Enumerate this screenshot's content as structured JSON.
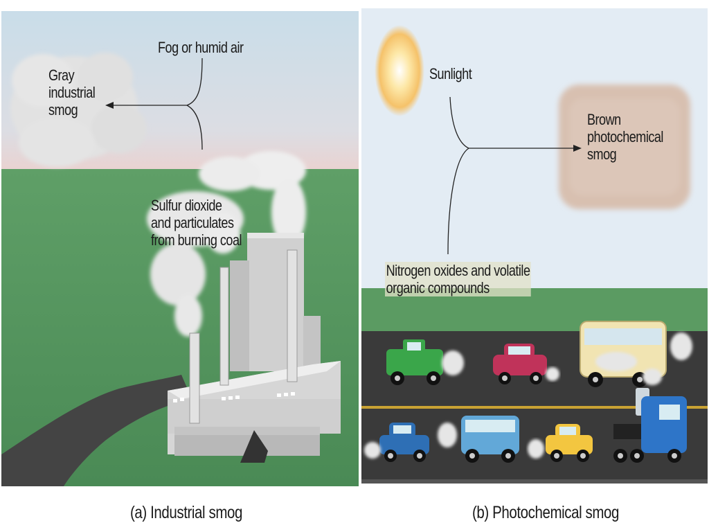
{
  "panel_a": {
    "labels": {
      "fog": "Fog or humid air",
      "gray_smog": "Gray\nindustrial\nsmog",
      "sulfur": "Sulfur dioxide\nand particulates\nfrom burning coal"
    },
    "caption": "(a) Industrial smog",
    "colors": {
      "sky": "#cfe0ea",
      "sky_bottom": "#e6d3d3",
      "ground": "#5a9e63",
      "road": "#444444",
      "factory": "#d8d8d8",
      "smog": "#e4e4e4"
    }
  },
  "panel_b": {
    "labels": {
      "sunlight": "Sunlight",
      "brown_smog": "Brown\nphotochemical\nsmog",
      "nitrogen": "Nitrogen oxides and volatile\norganic compounds"
    },
    "caption": "(b) Photochemical smog",
    "colors": {
      "sky": "#e4edf5",
      "grass": "#5c9c64",
      "road": "#3c3c3c",
      "lane_line": "#c8a030",
      "brown_smog": "#d9c2b4",
      "sun": "#f6d27a"
    }
  }
}
